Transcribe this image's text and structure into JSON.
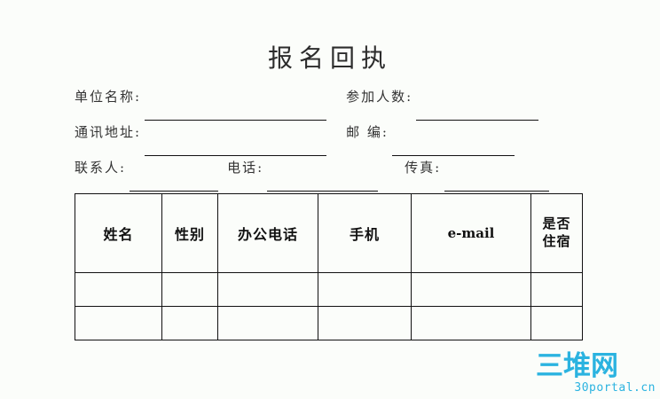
{
  "document": {
    "title": "报名回执",
    "form_rows": [
      {
        "fields": [
          {
            "label": "单位名称:",
            "value": "",
            "blank_width": "long"
          },
          {
            "label": "参加人数:",
            "value": "",
            "blank_width": "medium"
          }
        ]
      },
      {
        "fields": [
          {
            "label": "通讯地址:",
            "value": "",
            "blank_width": "long"
          },
          {
            "label": "邮    编:",
            "value": "",
            "blank_width": "medium"
          }
        ]
      },
      {
        "fields": [
          {
            "label": "联系人:",
            "value": "",
            "blank_width": "short"
          },
          {
            "label": "电话:",
            "value": "",
            "blank_width": "short"
          },
          {
            "label": "传真:",
            "value": "",
            "blank_width": "short"
          }
        ]
      }
    ],
    "labels": {
      "unit_name": "单位名称:",
      "participant_count": "参加人数:",
      "mail_address": "通讯地址:",
      "postal_code": "邮    编:",
      "contact_person": "联系人:",
      "telephone": "电话:",
      "fax": "传真:"
    },
    "table": {
      "headers": [
        "姓名",
        "性别",
        "办公电话",
        "手机",
        "e-mail",
        "是否\n住宿"
      ],
      "header_accommodation_line1": "是否",
      "header_accommodation_line2": "住宿",
      "rows": [
        [
          "",
          "",
          "",
          "",
          "",
          ""
        ],
        [
          "",
          "",
          "",
          "",
          "",
          ""
        ]
      ]
    }
  },
  "watermark": {
    "brand_cn": "三堆网",
    "brand_url": "30portal.cn",
    "color": "#2bb3e0"
  }
}
